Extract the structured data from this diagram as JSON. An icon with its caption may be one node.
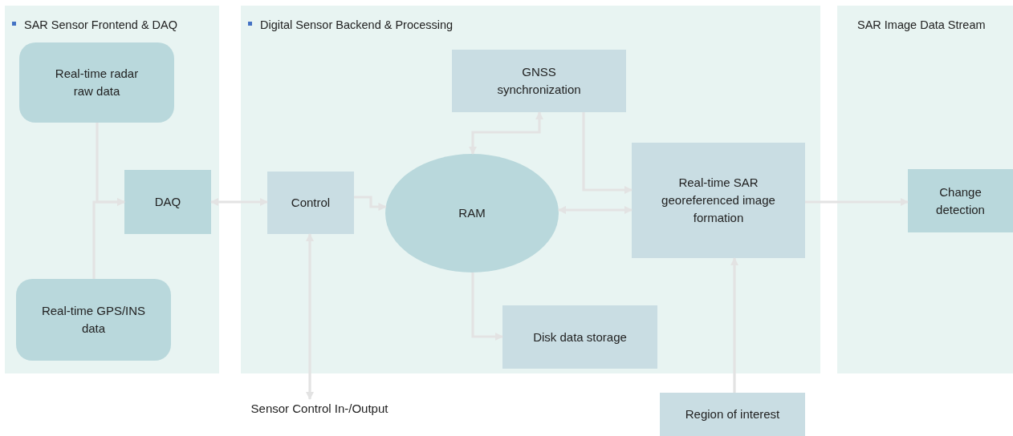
{
  "diagram": {
    "nodes": [
      {
        "text": [
          "SAR Sensor Frontend & DAQ"
        ]
      },
      {
        "text": [
          "Real-time radar raw data"
        ],
        "in": 0
      },
      {
        "text": [
          "DAQ"
        ],
        "in": 0
      },
      {
        "text": [
          "Real-time GPS/INS data"
        ],
        "in": 0
      },
      {
        "text": [
          "Digital Sensor Backend & Processing"
        ]
      },
      {
        "text": [
          "GNSS synchronization"
        ],
        "in": 4
      },
      {
        "text": [
          "Control"
        ],
        "in": 4
      },
      {
        "text": [
          "RAM"
        ],
        "in": 4
      },
      {
        "text": [
          "Real-time SAR georeferenced image formation"
        ],
        "in": 4
      },
      {
        "text": [
          "Disk data storage"
        ],
        "in": 4
      },
      {
        "text": [
          "SAR Image Data Stream"
        ]
      },
      {
        "text": [
          "Change detection"
        ],
        "in": 10
      },
      {
        "text": [
          "Sensor Control In-/Output"
        ]
      },
      {
        "text": [
          "Region of interest"
        ]
      }
    ],
    "edges": [
      {
        "from": 1,
        "to": 2,
        "arrow": "to"
      },
      {
        "from": 3,
        "to": 2,
        "arrow": "to"
      },
      {
        "from": 2,
        "to": 6,
        "arrow": "both"
      },
      {
        "from": 6,
        "to": 7,
        "arrow": "to"
      },
      {
        "from": 7,
        "to": 5,
        "arrow": "both"
      },
      {
        "from": 5,
        "to": 8,
        "arrow": "to"
      },
      {
        "from": 7,
        "to": 8,
        "arrow": "both"
      },
      {
        "from": 7,
        "to": 9,
        "arrow": "to"
      },
      {
        "from": 8,
        "to": 11,
        "arrow": "to"
      },
      {
        "from": 6,
        "to": 12,
        "arrow": "both"
      },
      {
        "from": 13,
        "to": 8,
        "arrow": "to"
      }
    ]
  }
}
